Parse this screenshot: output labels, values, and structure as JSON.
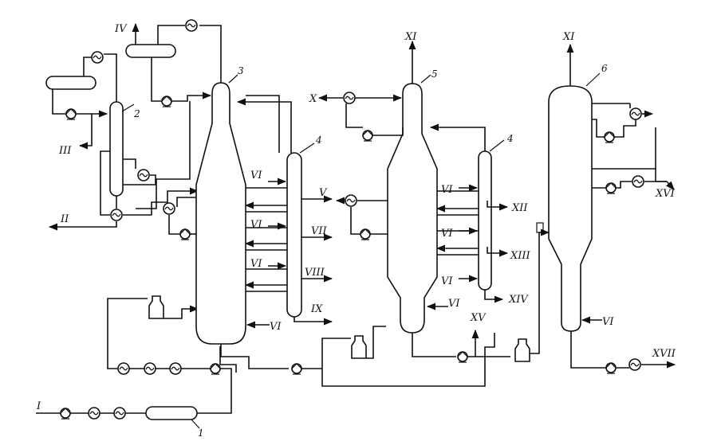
{
  "streams": {
    "s1": "I",
    "s2": "II",
    "s3": "III",
    "s4": "IV",
    "s5": "V",
    "s6": "VI",
    "s7": "VII",
    "s8": "VIII",
    "s9": "IX",
    "s10": "X",
    "s11": "XI",
    "s12": "XII",
    "s13": "XIII",
    "s14": "XIV",
    "s15": "XV",
    "s16": "XVI",
    "s17": "XVII"
  },
  "units": {
    "u1": "1",
    "u2": "2",
    "u3": "3",
    "u4": "4",
    "u5": "5",
    "u6": "6"
  }
}
